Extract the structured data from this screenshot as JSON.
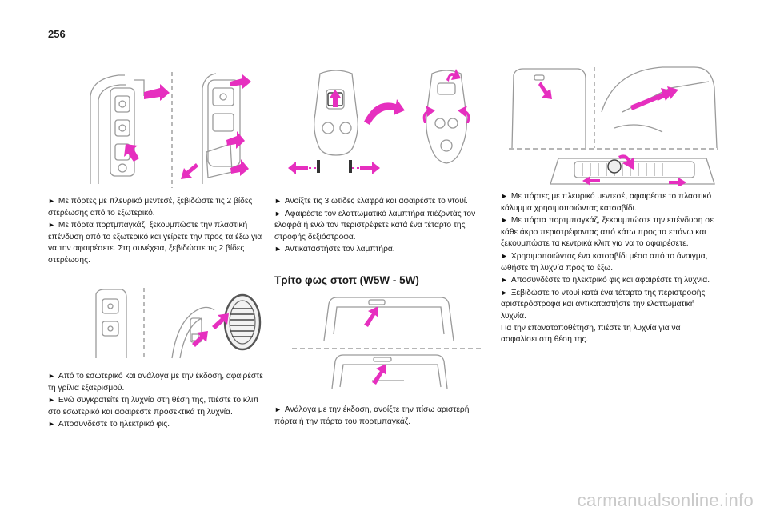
{
  "page": {
    "number": "256"
  },
  "col1": {
    "block1": [
      {
        "marker": "►",
        "text": "Με πόρτες με πλευρικό μεντεσέ, ξεβιδώστε τις 2 βίδες στερέωσης από το εξωτερικό."
      },
      {
        "marker": "►",
        "text": "Με πόρτα πορτμπαγκάζ, ξεκουμπώστε την πλαστική επένδυση από το εξωτερικό και γείρετε την προς τα έξω για να την αφαιρέσετε. Στη συνέχεια, ξεβιδώστε τις 2 βίδες στερέωσης."
      }
    ],
    "block2": [
      {
        "marker": "►",
        "text": "Από το εσωτερικό και ανάλογα με την έκδοση, αφαιρέστε τη γρίλια εξαερισμού."
      },
      {
        "marker": "►",
        "text": "Ενώ συγκρατείτε τη λυχνία στη θέση της, πιέστε το κλιπ στο εσωτερικό και αφαιρέστε προσεκτικά τη λυχνία."
      },
      {
        "marker": "►",
        "text": "Αποσυνδέστε το ηλεκτρικό φις."
      }
    ]
  },
  "col2": {
    "block1": [
      {
        "marker": "►",
        "text": "Ανοίξτε τις 3 ωτίδες ελαφρά και αφαιρέστε το ντουί."
      },
      {
        "marker": "►",
        "text": "Αφαιρέστε τον ελαττωματικό λαμπτήρα πιέζοντάς τον ελαφρά ή ενώ τον περιστρέφετε κατά ένα τέταρτο της στροφής δεξιόστροφα."
      },
      {
        "marker": "►",
        "text": "Αντικαταστήστε τον λαμπτήρα."
      }
    ],
    "heading": "Τρίτο φως στοπ (W5W - 5W)",
    "block2": [
      {
        "marker": "►",
        "text": "Ανάλογα με την έκδοση, ανοίξτε την πίσω αριστερή πόρτα ή την πόρτα του πορτμπαγκάζ."
      }
    ]
  },
  "col3": {
    "block1": [
      {
        "marker": "►",
        "text": "Με πόρτες με πλευρικό μεντεσέ, αφαιρέστε το πλαστικό κάλυμμα χρησιμοποιώντας κατσαβίδι."
      },
      {
        "marker": "►",
        "text": "Με πόρτα πορτμπαγκάζ, ξεκουμπώστε την επένδυση σε κάθε άκρο περιστρέφοντας από κάτω προς τα επάνω και ξεκουμπώστε τα κεντρικά κλιπ για να το αφαιρέσετε."
      },
      {
        "marker": "►",
        "text": "Χρησιμοποιώντας ένα κατσαβίδι μέσα από το άνοιγμα, ωθήστε τη λυχνία προς τα έξω."
      },
      {
        "marker": "►",
        "text": "Αποσυνδέστε το ηλεκτρικό φις και αφαιρέστε τη λυχνία."
      },
      {
        "marker": "►",
        "text": "Ξεβιδώστε το ντουί κατά ένα τέταρτο της περιστροφής αριστερόστροφα και αντικαταστήστε την ελαττωματική λυχνία."
      },
      {
        "marker": "",
        "text": "Για την επανατοποθέτηση, πιέστε τη λυχνία για να ασφαλίσει στη θέση της."
      }
    ]
  },
  "watermark": "carmanualsonline.info",
  "colors": {
    "accent": "#e62fbf",
    "line": "#9a9a9a",
    "dash": "#8a8a8a"
  }
}
